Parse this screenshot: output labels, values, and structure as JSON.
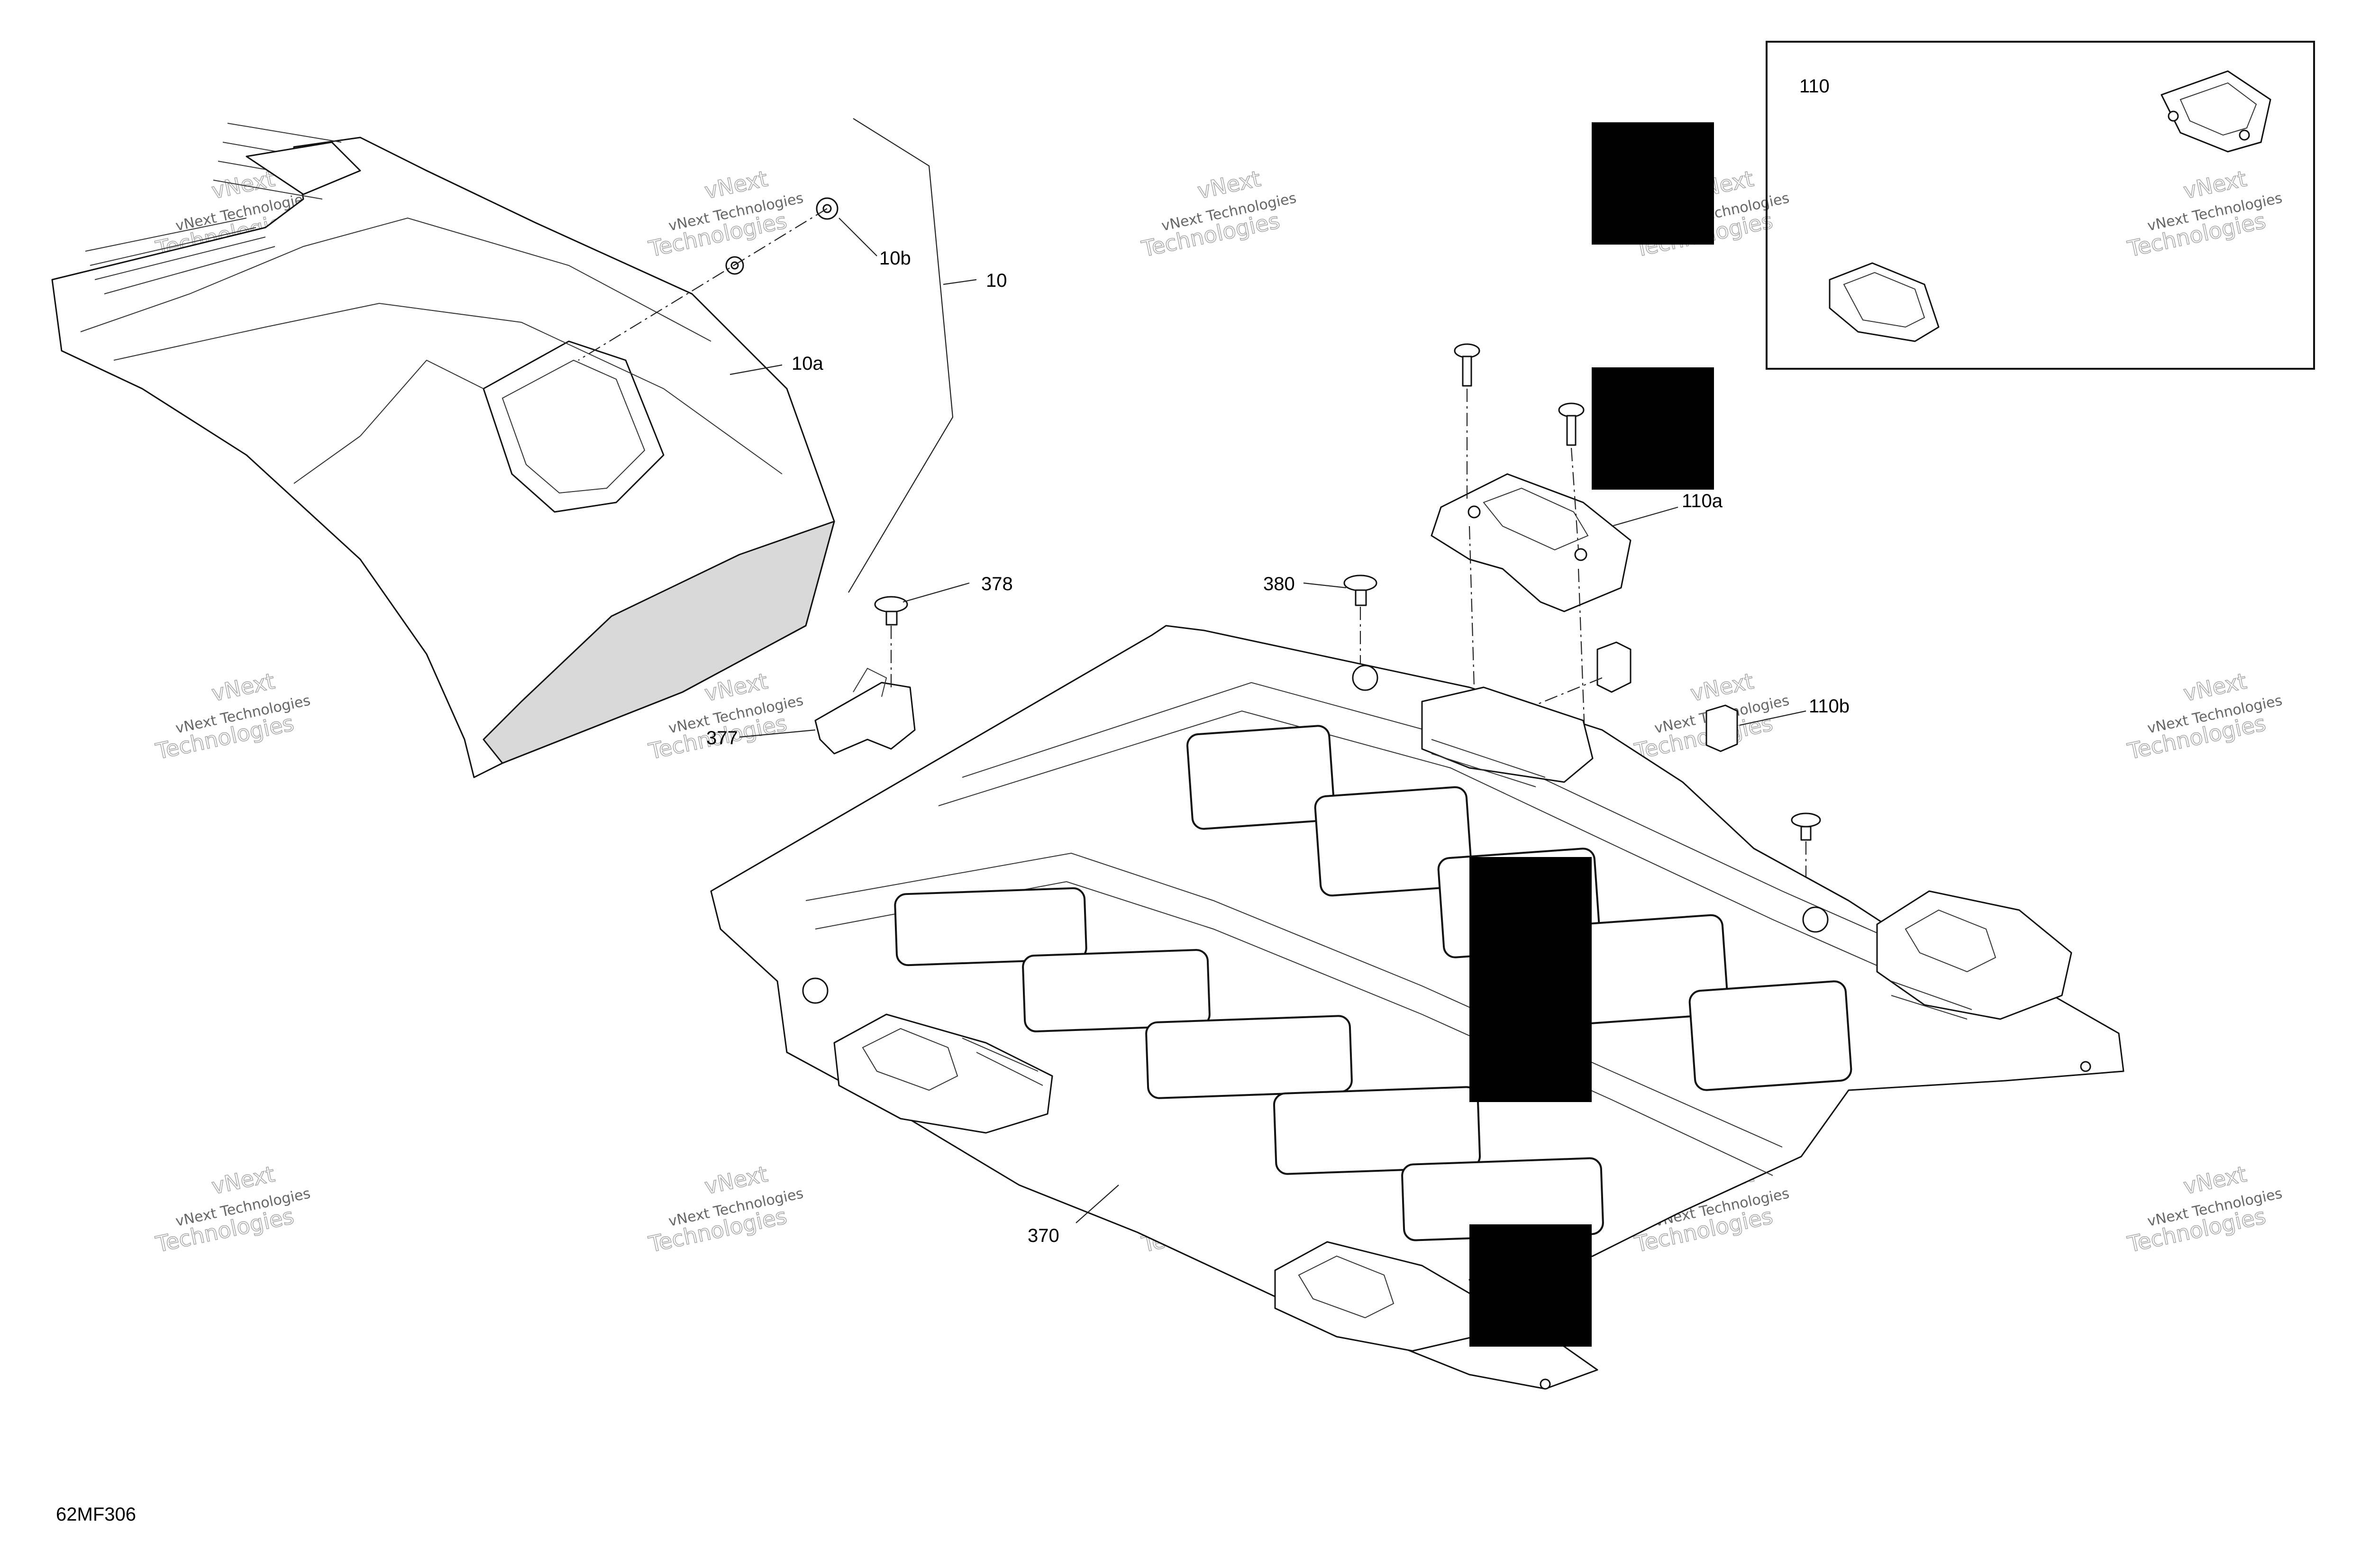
{
  "diagram_code": "62MF306",
  "callouts": {
    "c10": "10",
    "c10a": "10a",
    "c10b": "10b",
    "c110": "110",
    "c110a": "110a",
    "c110b": "110b",
    "c370": "370",
    "c377": "377",
    "c378": "378",
    "c380": "380"
  },
  "watermark": {
    "line1": "vNext Technologies",
    "line2": "vNext",
    "line3": "Technologies"
  },
  "colors": {
    "line": "#111111",
    "shading": "#d9d9d9",
    "redaction": "#000000",
    "watermark": "#9a9a9a"
  }
}
